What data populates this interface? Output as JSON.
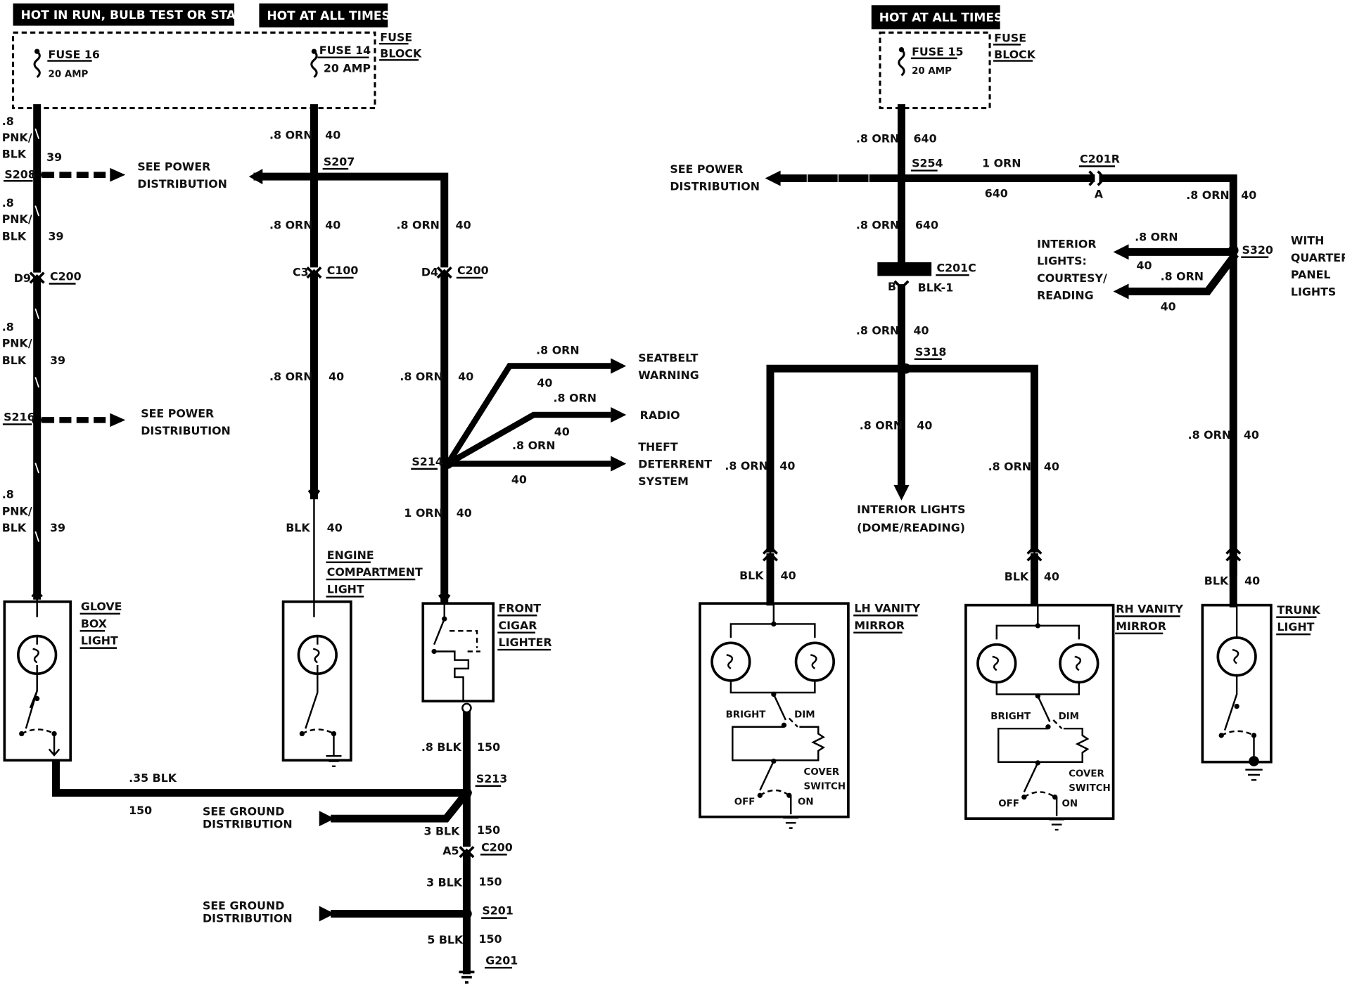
{
  "headers": {
    "hot_run": "HOT IN RUN, BULB TEST OR START",
    "hot_always_left": "HOT AT ALL TIMES",
    "hot_always_right": "HOT AT ALL TIMES"
  },
  "fuse_block_left": {
    "label_line1": "FUSE",
    "label_line2": "BLOCK",
    "fuse16_name": "FUSE 16",
    "fuse16_rating": "20 AMP",
    "fuse14_name": "FUSE 14",
    "fuse14_rating": "20 AMP"
  },
  "fuse_block_right": {
    "label_line1": "FUSE",
    "label_line2": "BLOCK",
    "fuse15_name": "FUSE 15",
    "fuse15_rating": "20 AMP"
  },
  "wires": {
    "pnk_l1": ".8",
    "pnk_l2": "PNK/",
    "pnk_l3": "BLK",
    "c39": "39",
    "orn8": ".8 ORN",
    "orn1": "1 ORN",
    "c40": "40",
    "c640": "640",
    "blk": "BLK",
    "blk8": ".8 BLK",
    "blk35": ".35 BLK",
    "blk3": "3 BLK",
    "blk5": "5 BLK",
    "c150": "150",
    "blk1": "BLK-1"
  },
  "splices": {
    "s208": "S208",
    "s207": "S207",
    "s216": "S216",
    "s214": "S214",
    "s213": "S213",
    "s201": "S201",
    "g201": "G201",
    "s254": "S254",
    "s318": "S318",
    "s320": "S320"
  },
  "connectors": {
    "c200": "C200",
    "c100": "C100",
    "d9": "D9",
    "c3": "C3",
    "d4": "D4",
    "a5": "A5",
    "c201r": "C201R",
    "a": "A",
    "c201c": "C201C",
    "b": "B"
  },
  "destinations": {
    "see_power": "SEE POWER",
    "distribution": "DISTRIBUTION",
    "see_ground": "SEE GROUND",
    "seatbelt": "SEATBELT",
    "warning": "WARNING",
    "radio": "RADIO",
    "theft": "THEFT",
    "deterrent": "DETERRENT",
    "system": "SYSTEM",
    "interior_lights": "INTERIOR LIGHTS",
    "dome_reading": "(DOME/READING)",
    "interior_lights2": "INTERIOR",
    "lights_colon": "LIGHTS:",
    "courtesy": "COURTESY/",
    "reading": "READING",
    "with": "WITH",
    "quarter": "QUARTER",
    "panel": "PANEL",
    "lights": "LIGHTS"
  },
  "components": {
    "glove1": "GLOVE",
    "glove2": "BOX",
    "glove3": "LIGHT",
    "engine1": "ENGINE",
    "engine2": "COMPARTMENT",
    "engine3": "LIGHT",
    "cigar1": "FRONT",
    "cigar2": "CIGAR",
    "cigar3": "LIGHTER",
    "lh1": "LH VANITY",
    "lh2": "MIRROR",
    "rh1": "RH VANITY",
    "rh2": "MIRROR",
    "trunk1": "TRUNK",
    "trunk2": "LIGHT",
    "bright": "BRIGHT",
    "dim": "DIM",
    "cover": "COVER",
    "switch": "SWITCH",
    "off": "OFF",
    "on": "ON"
  },
  "colors": {
    "ink": "#000000",
    "paper": "#ffffff"
  }
}
